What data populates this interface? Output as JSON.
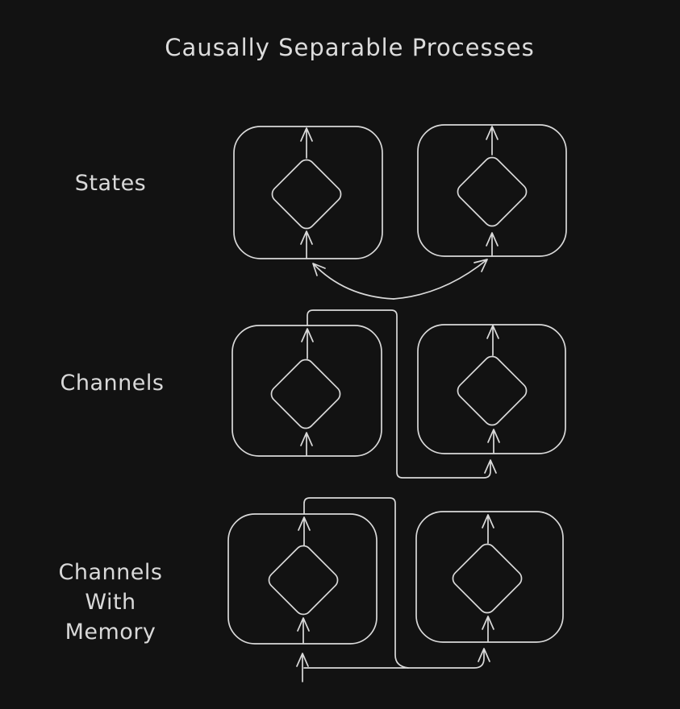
{
  "title": "Causally Separable Processes",
  "colors": {
    "background": "#121212",
    "stroke": "#d9d9d9",
    "text": "#d9d9d9"
  },
  "rows": [
    {
      "id": "states",
      "label": "States"
    },
    {
      "id": "channels",
      "label": "Channels"
    },
    {
      "id": "channels-with-memory",
      "label_lines": [
        "Channels",
        "With",
        "Memory"
      ]
    }
  ]
}
